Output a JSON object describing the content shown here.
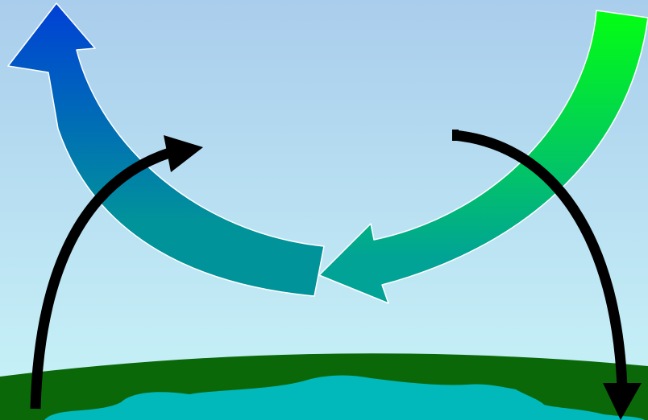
{
  "scene": {
    "colors": {
      "sky_top": "#a9cdec",
      "sky_bottom": "#c9f4f8",
      "ground": "#0b6808",
      "water": "#01b8bb",
      "arrow_black": "#000000",
      "blue_arrow_tip": "#0040d6",
      "blue_arrow_tail": "#01939a",
      "green_arrow_tail": "#03ff12",
      "green_arrow_tip": "#01a396",
      "arrow_outline": "#ffffff"
    },
    "elements": [
      {
        "name": "teal-to-blue-curved-arrow",
        "direction": "up-left"
      },
      {
        "name": "green-to-teal-curved-arrow",
        "direction": "down-left"
      },
      {
        "name": "black-rising-arrow",
        "direction": "up-right"
      },
      {
        "name": "black-falling-arrow",
        "direction": "down"
      }
    ]
  }
}
